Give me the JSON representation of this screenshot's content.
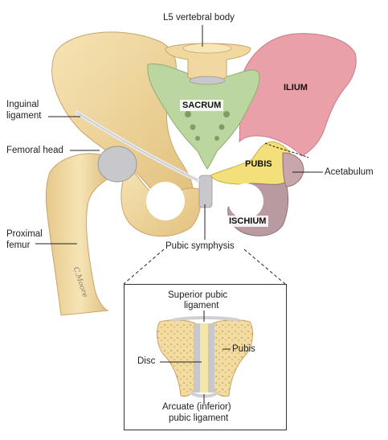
{
  "labels": {
    "l5": "L5 vertebral body",
    "inguinal_1": "Inguinal",
    "inguinal_2": "ligament",
    "femoral_head": "Femoral head",
    "proximal_1": "Proximal",
    "proximal_2": "femur",
    "pubic_symphysis": "Pubic symphysis",
    "acetabulum": "Acetabulum",
    "sacrum": "SACRUM",
    "ilium": "ILIUM",
    "pubis_region": "PUBIS",
    "ischium": "ISCHIUM"
  },
  "inset": {
    "superior_1": "Superior pubic",
    "superior_2": "ligament",
    "disc": "Disc",
    "pubis": "Pubis",
    "arcuate_1": "Arcuate (inferior)",
    "arcuate_2": "pubic ligament"
  },
  "signature": "C.Moore",
  "colors": {
    "bone": "#f0d8a0",
    "sacrum": "#bcd6a0",
    "ilium": "#e9a0a8",
    "pubis": "#f3e07a",
    "ischium": "#b89aa0",
    "cartilage": "#c8c8cc"
  }
}
